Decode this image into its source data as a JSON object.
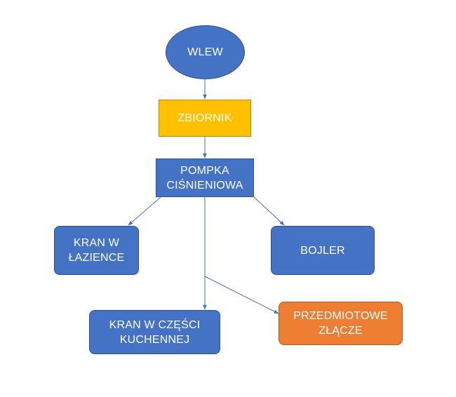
{
  "diagram": {
    "nodes": {
      "wlew": {
        "label": "WLEW",
        "shape": "ellipse",
        "color": "#4472c4"
      },
      "zbiornik": {
        "label": "ZBIORNIK",
        "shape": "rectangle",
        "color": "#ffc000"
      },
      "pompka": {
        "label": "POMPKA\nCIŚNIENIOWA",
        "shape": "rectangle",
        "color": "#4472c4"
      },
      "lazienka": {
        "label": "KRAN W\nŁAZIENCE",
        "shape": "rounded-rectangle",
        "color": "#4472c4"
      },
      "bojler": {
        "label": "BOJLER",
        "shape": "rounded-rectangle",
        "color": "#4472c4"
      },
      "kuchnia": {
        "label": "KRAN W CZĘŚCI\nKUCHENNEJ",
        "shape": "rounded-rectangle",
        "color": "#4472c4"
      },
      "zlacze": {
        "label": "PRZEDMIOTOWE\nZŁĄCZE",
        "shape": "rounded-rectangle",
        "color": "#ed7d31"
      }
    },
    "edges": [
      {
        "from": "wlew",
        "to": "zbiornik"
      },
      {
        "from": "zbiornik",
        "to": "pompka"
      },
      {
        "from": "pompka",
        "to": "lazienka"
      },
      {
        "from": "pompka",
        "to": "bojler"
      },
      {
        "from": "pompka",
        "to": "kuchnia"
      },
      {
        "from": "pompka",
        "to": "zlacze"
      }
    ],
    "connector_color": "#4472c4"
  }
}
